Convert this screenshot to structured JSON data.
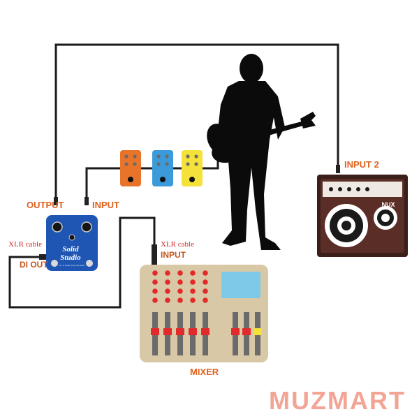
{
  "labels": {
    "input2": "INPUT 2",
    "output": "OUTPUT",
    "input": "INPUT",
    "xlr_left": "XLR cable",
    "di_out": "DI OUT",
    "xlr_mixer": "XLR cable",
    "mixer_input": "INPUT",
    "mixer": "MIXER"
  },
  "amp": {
    "logo": "NUX"
  },
  "di_box": {
    "brand_line1": "Solid",
    "brand_line2": "Studio",
    "subtitle": "I.R. & Power Amp Simulator"
  },
  "watermark": "MUZMART",
  "colors": {
    "cable": "#1a1a1a",
    "pedal_orange": "#e8742a",
    "pedal_blue": "#3b9ad9",
    "pedal_yellow": "#f4e23a",
    "di_blue": "#1f56b3",
    "amp_body": "#3b1f1a",
    "mixer_body": "#d8c8a6",
    "mixer_screen": "#7ec8e8",
    "mixer_knob": "#e32a2a",
    "label_orange": "#e0611e",
    "watermark": "#f2a595"
  }
}
